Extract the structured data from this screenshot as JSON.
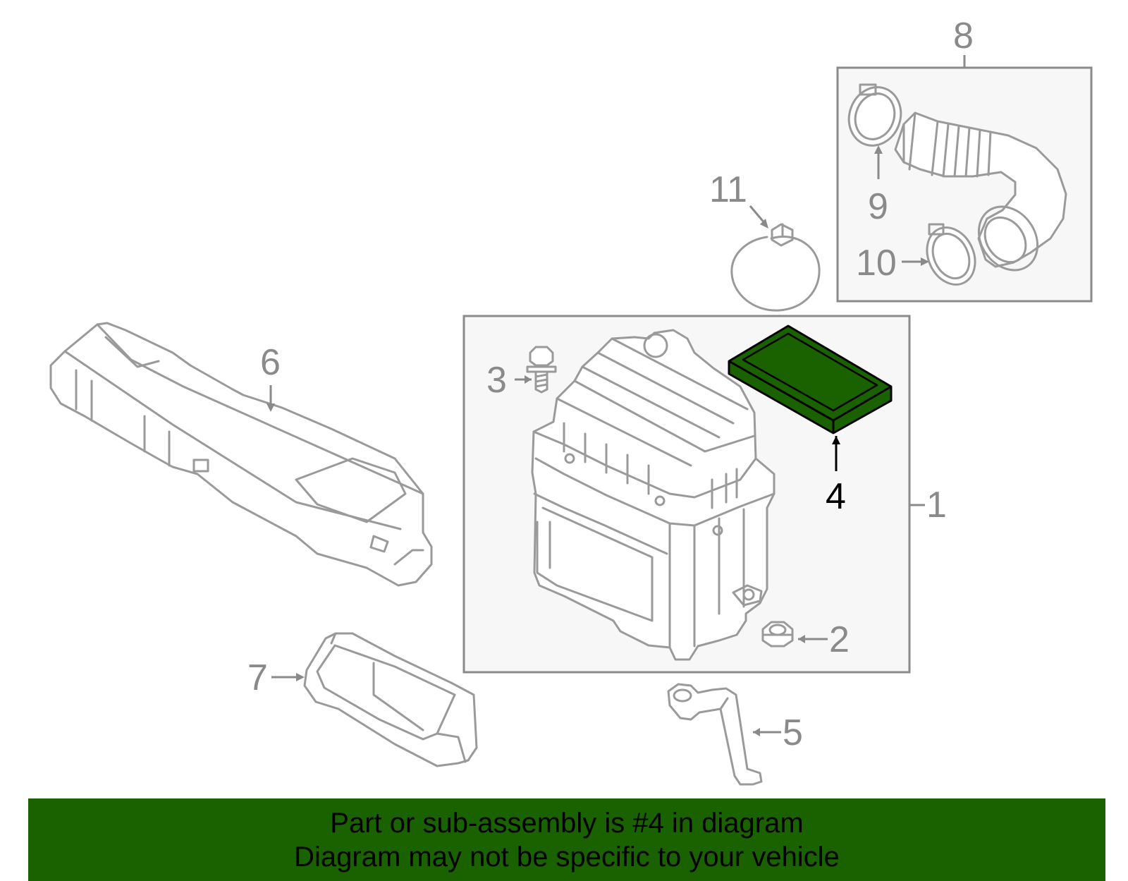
{
  "callouts": {
    "c1": "1",
    "c2": "2",
    "c3": "3",
    "c4": "4",
    "c5": "5",
    "c6": "6",
    "c7": "7",
    "c8": "8",
    "c9": "9",
    "c10": "10",
    "c11": "11"
  },
  "highlight": {
    "part": "4",
    "color": "#1a6200"
  },
  "banner": {
    "line1": "Part or sub-assembly is #4 in diagram",
    "line2": "Diagram may not be specific to your vehicle"
  }
}
